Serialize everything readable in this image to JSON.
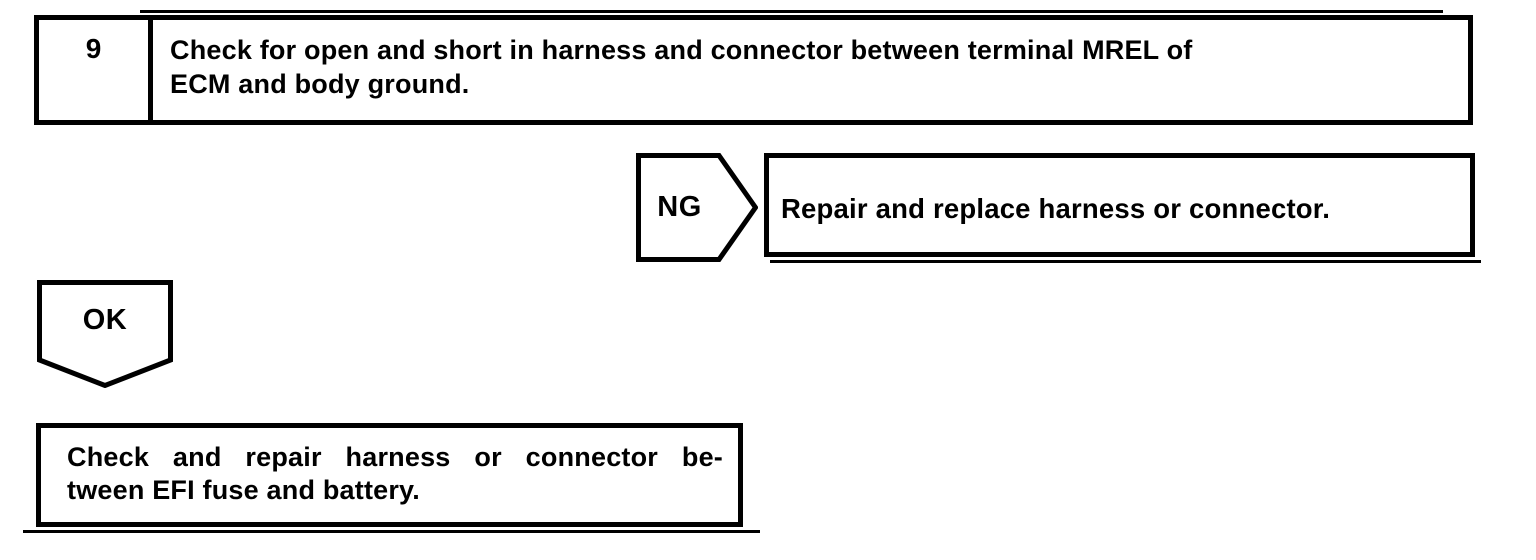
{
  "page": {
    "ink_color": "#000000",
    "paper_color": "#ffffff"
  },
  "flowchart": {
    "step_box": {
      "number": "9",
      "text_lines": [
        "Check for open and short in harness and connector between terminal MREL of",
        "ECM and body ground."
      ]
    },
    "ng_connector": {
      "label": "NG"
    },
    "ng_result_box": {
      "text": "Repair and replace harness or connector."
    },
    "ok_connector": {
      "label": "OK"
    },
    "ok_result_box": {
      "text_lines": [
        "Check and repair harness or connector be-",
        "tween EFI fuse and battery."
      ]
    }
  }
}
